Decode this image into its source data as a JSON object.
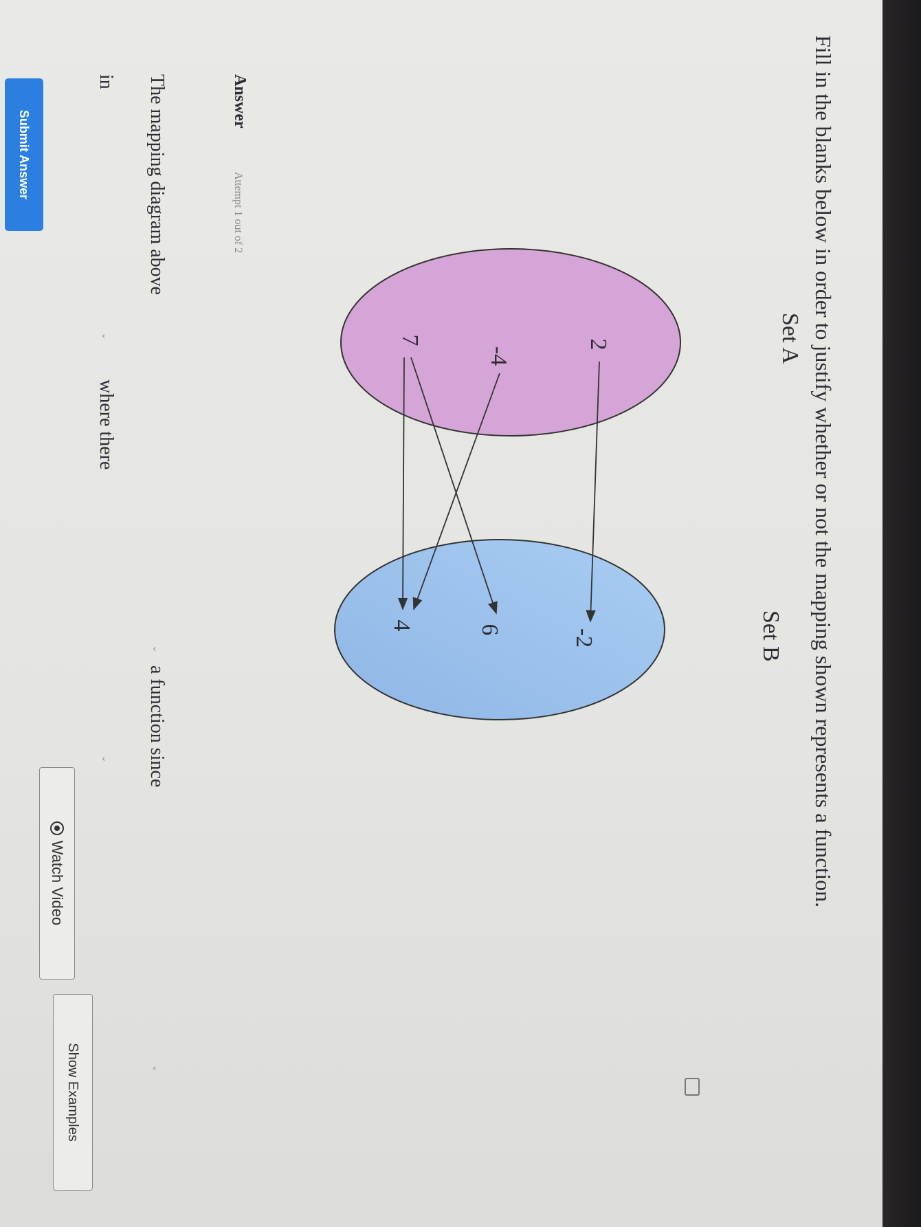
{
  "header": {
    "watch_video_label": "Watch Video",
    "watch_video_icon": "play-circle-icon",
    "show_examples_label": "Show Examples"
  },
  "question": {
    "text": "Fill in the blanks below in order to justify whether or not the mapping shown represents a function."
  },
  "diagram": {
    "set_a_label": "Set A",
    "set_b_label": "Set B",
    "set_a": [
      "2",
      "-4",
      "7"
    ],
    "set_b": [
      "-2",
      "6",
      "4"
    ],
    "mappings": [
      [
        "2",
        "-2"
      ],
      [
        "-4",
        "4"
      ],
      [
        "7",
        "6"
      ],
      [
        "7",
        "4"
      ]
    ],
    "colors": {
      "set_a_fill": "#d6a5d7",
      "set_b_fill": "#9ec4ec",
      "outline": "#333333"
    }
  },
  "answer": {
    "label": "Answer",
    "attempt": "Attempt 1 out of 2",
    "line1_start": "The mapping diagram above",
    "line1_end": "a function since",
    "line2_start": "in",
    "line2_end": "where there",
    "dropdown_1_value": "",
    "dropdown_2_value": "",
    "dropdown_3_value": "",
    "dropdown_4_value": "",
    "submit_label": "Submit Answer",
    "submit_color": "#2b7fe0",
    "keyboard_icon": "keyboard-icon"
  }
}
